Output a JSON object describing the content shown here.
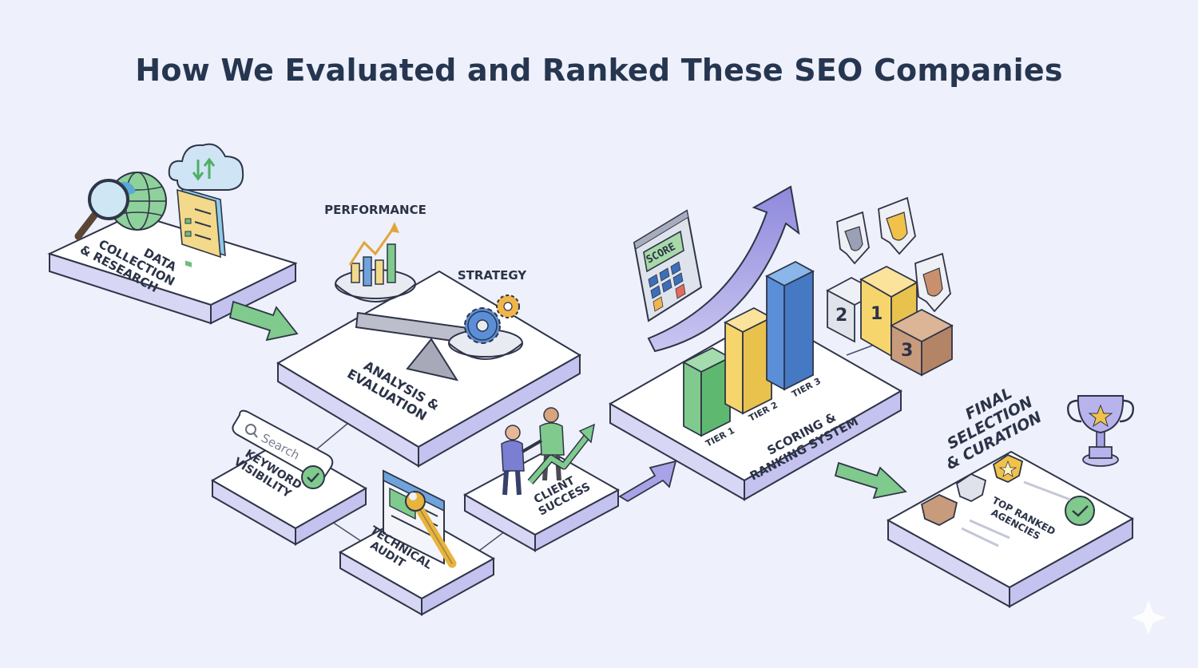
{
  "title": "How We Evaluated and Ranked These SEO Companies",
  "steps": {
    "data_collection": {
      "line1": "DATA",
      "line2": "COLLECTION",
      "line3": "& RESEARCH"
    },
    "analysis": {
      "line1": "ANALYSIS &",
      "line2": "EVALUATION",
      "performance": "PERFORMANCE",
      "strategy": "STRATEGY"
    },
    "keyword": {
      "line1": "KEYWORD",
      "line2": "VISIBILITY",
      "search_placeholder": "Search"
    },
    "technical": {
      "line1": "TECHNICAL",
      "line2": "AUDIT"
    },
    "client": {
      "line1": "CLIENT",
      "line2": "SUCCESS"
    },
    "scoring": {
      "line1": "SCORING &",
      "line2": "RANKING SYSTEM",
      "tier1": "TIER 1",
      "tier2": "TIER 2",
      "tier3": "TIER 3",
      "calculator": "SCORE"
    },
    "podium": {
      "first": "1",
      "second": "2",
      "third": "3"
    },
    "final": {
      "line1": "FINAL",
      "line2": "SELECTION",
      "line3": "& CURATION",
      "agencies1": "TOP RANKED",
      "agencies2": "AGENCIES"
    }
  },
  "colors": {
    "background": "#eef0fb",
    "title": "#263650",
    "green": "#7fca8c",
    "blue": "#5a8fd8",
    "yellow": "#f6d66c",
    "purple": "#a8a3e6",
    "brown": "#c89b7c"
  }
}
